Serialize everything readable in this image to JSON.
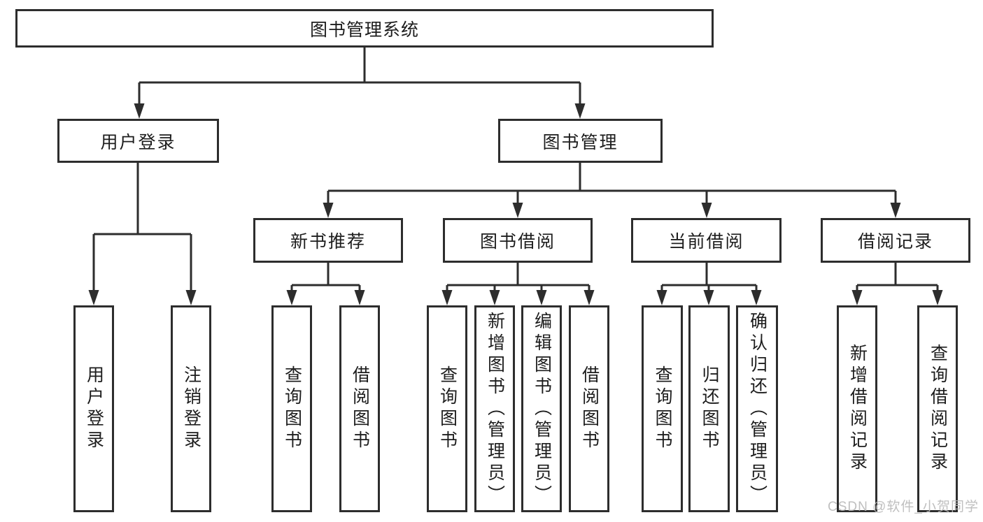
{
  "diagram": {
    "root": {
      "label": "图书管理系统"
    },
    "branches": [
      {
        "label": "用户登录",
        "children": [
          {
            "label": "用户登录"
          },
          {
            "label": "注销登录"
          }
        ]
      },
      {
        "label": "图书管理",
        "children": [
          {
            "label": "新书推荐",
            "children": [
              {
                "label": "查询图书"
              },
              {
                "label": "借阅图书"
              }
            ]
          },
          {
            "label": "图书借阅",
            "children": [
              {
                "label": "查询图书"
              },
              {
                "label": "新增图书（管理员）"
              },
              {
                "label": "编辑图书（管理员）"
              },
              {
                "label": "借阅图书"
              }
            ]
          },
          {
            "label": "当前借阅",
            "children": [
              {
                "label": "查询图书"
              },
              {
                "label": "归还图书"
              },
              {
                "label": "确认归还（管理员）"
              }
            ]
          },
          {
            "label": "借阅记录",
            "children": [
              {
                "label": "新增借阅记录"
              },
              {
                "label": "查询借阅记录"
              }
            ]
          }
        ]
      }
    ]
  },
  "watermark": {
    "text": "CSDN @软件_小贺同学"
  },
  "colors": {
    "line": "#2d2d2d",
    "text": "#1d1d1d",
    "box_background": "#ffffff",
    "page_background": "#ffffff",
    "watermark": "#b9b9b9"
  }
}
